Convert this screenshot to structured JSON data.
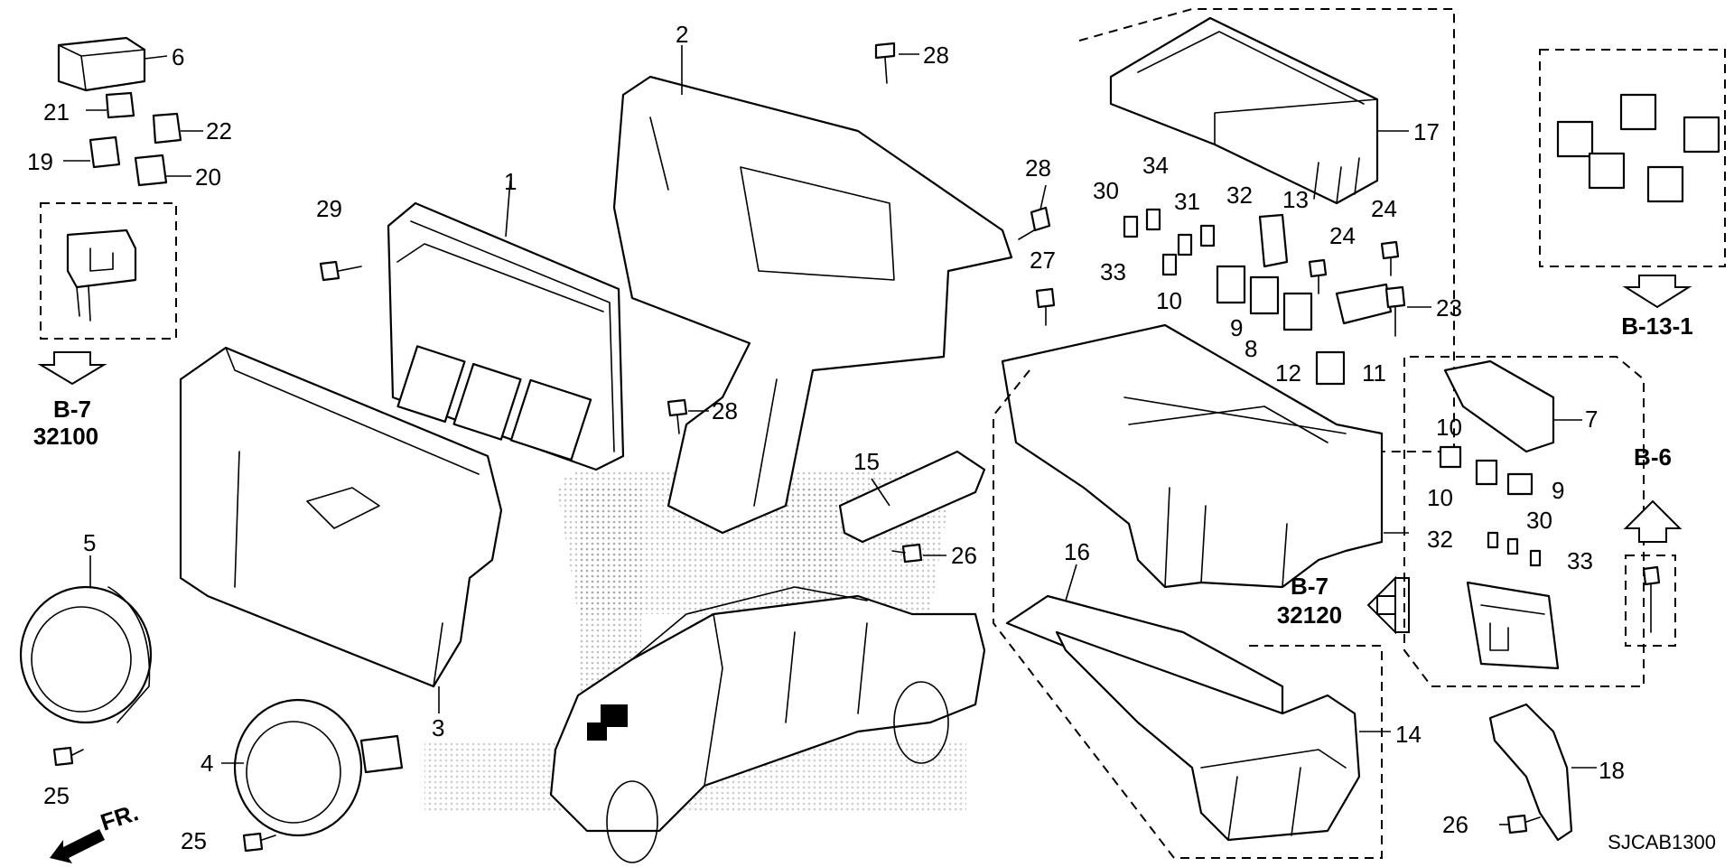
{
  "diagram_code": "SJCAB1300",
  "front_indicator": "FR.",
  "references": {
    "b7_left": {
      "line1": "B-7",
      "line2": "32100"
    },
    "b7_center": {
      "line1": "B-7",
      "line2": "32120"
    },
    "b13": "B-13-1",
    "b6": "B-6"
  },
  "callouts": {
    "c1": "1",
    "c2": "2",
    "c3": "3",
    "c4": "4",
    "c5": "5",
    "c6": "6",
    "c7": "7",
    "c8": "8",
    "c9a": "9",
    "c9b": "9",
    "c10a": "10",
    "c10b": "10",
    "c10c": "10",
    "c11": "11",
    "c12": "12",
    "c13": "13",
    "c14": "14",
    "c15": "15",
    "c16": "16",
    "c17": "17",
    "c18": "18",
    "c19": "19",
    "c20": "20",
    "c21": "21",
    "c22": "22",
    "c23": "23",
    "c24a": "24",
    "c24b": "24",
    "c25a": "25",
    "c25b": "25",
    "c26a": "26",
    "c26b": "26",
    "c27": "27",
    "c28a": "28",
    "c28b": "28",
    "c28c": "28",
    "c29": "29",
    "c30a": "30",
    "c30b": "30",
    "c31": "31",
    "c32a": "32",
    "c32b": "32",
    "c33a": "33",
    "c33b": "33",
    "c34": "34"
  }
}
